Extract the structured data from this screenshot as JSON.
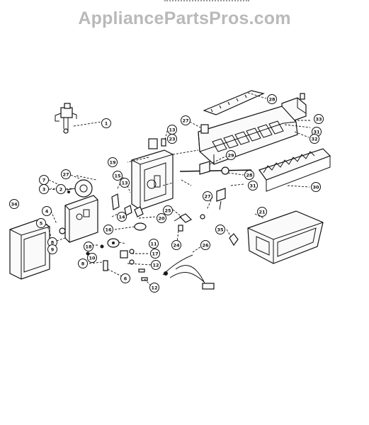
{
  "watermark": "AppliancePartsPros.com",
  "callouts": [
    {
      "label": "1"
    },
    {
      "label": "28"
    },
    {
      "label": "27"
    },
    {
      "label": "33"
    },
    {
      "label": "31"
    },
    {
      "label": "32"
    },
    {
      "label": "13"
    },
    {
      "label": "23"
    },
    {
      "label": "19"
    },
    {
      "label": "30"
    },
    {
      "label": "27"
    },
    {
      "label": "7"
    },
    {
      "label": "3"
    },
    {
      "label": "2"
    },
    {
      "label": "15"
    },
    {
      "label": "13"
    },
    {
      "label": "29"
    },
    {
      "label": "28"
    },
    {
      "label": "31"
    },
    {
      "label": "34"
    },
    {
      "label": "4"
    },
    {
      "label": "5"
    },
    {
      "label": "8"
    },
    {
      "label": "9"
    },
    {
      "label": "14"
    },
    {
      "label": "16"
    },
    {
      "label": "25"
    },
    {
      "label": "20"
    },
    {
      "label": "21"
    },
    {
      "label": "27"
    },
    {
      "label": "24"
    },
    {
      "label": "35"
    },
    {
      "label": "26"
    },
    {
      "label": "11"
    },
    {
      "label": "17"
    },
    {
      "label": "12"
    },
    {
      "label": "10"
    },
    {
      "label": "8"
    },
    {
      "label": "6"
    },
    {
      "label": "12"
    },
    {
      "label": "18"
    }
  ]
}
